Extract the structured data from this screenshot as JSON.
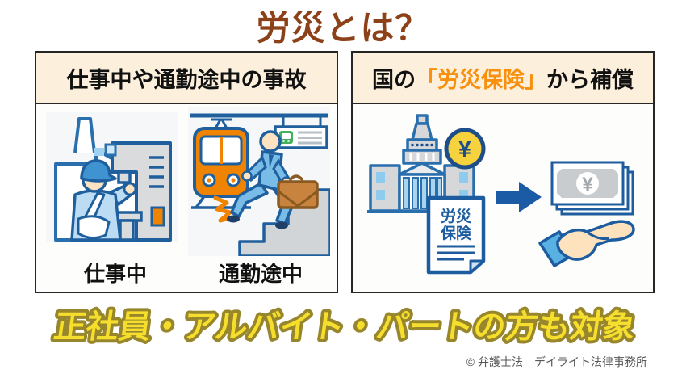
{
  "title": "労災とは？",
  "left_panel": {
    "header": "仕事中や通勤途中の事故",
    "label_work": "仕事中",
    "label_commute": "通勤途中"
  },
  "right_panel": {
    "header_prefix": "国の",
    "header_highlight": "「労災保険」",
    "header_suffix": "から補償",
    "coin_symbol": "¥",
    "document_line1": "労災",
    "document_line2": "保険",
    "banknote_symbol": "¥"
  },
  "banner": "正社員・アルバイト・パートの方も対象",
  "footer": "© 弁護士法　デイライト法律事務所",
  "colors": {
    "title_brown": "#8c4119",
    "highlight_orange": "#f8900e",
    "header_cream_bg": "#fcefdc",
    "panel_border": "#262626",
    "banner_yellow": "#f6de2d",
    "banner_outline_olive": "#97862c",
    "illustration_blue": "#1f5f9e",
    "illustration_light_blue": "#79bce8",
    "accent_orange": "#f08300",
    "footer_gray": "#595757"
  }
}
